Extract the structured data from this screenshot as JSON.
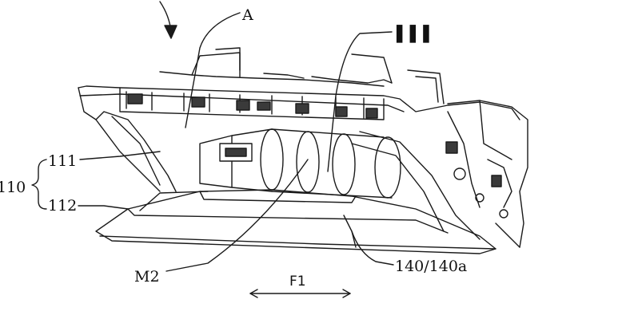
{
  "labels": {
    "A": "A",
    "top_ref": "▌▌▌",
    "ref_111": "111",
    "ref_110": "110",
    "ref_112": "112",
    "ref_M2": "M2",
    "ref_140": "140/140a",
    "F1": "F1"
  }
}
